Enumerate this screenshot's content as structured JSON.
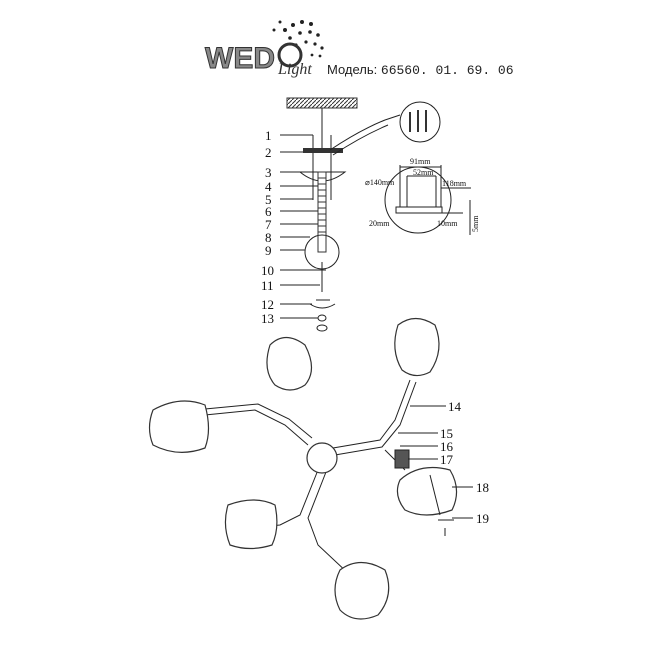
{
  "brand": {
    "logo_text": "WEDO Light"
  },
  "model": {
    "label": "Модель:",
    "number": "66560. 01. 69. 06"
  },
  "detail_dimensions": {
    "diameter": "⌀140mm",
    "width_outer": "91mm",
    "width_inner": "52mm",
    "length": "118mm",
    "offset_left": "20mm",
    "offset_right": "10mm",
    "height": "5mm"
  },
  "part_labels_left": [
    "1",
    "2",
    "3",
    "4",
    "5",
    "6",
    "7",
    "8",
    "9",
    "10",
    "11",
    "12",
    "13"
  ],
  "part_labels_right": [
    "14",
    "15",
    "16",
    "17",
    "18",
    "19"
  ]
}
